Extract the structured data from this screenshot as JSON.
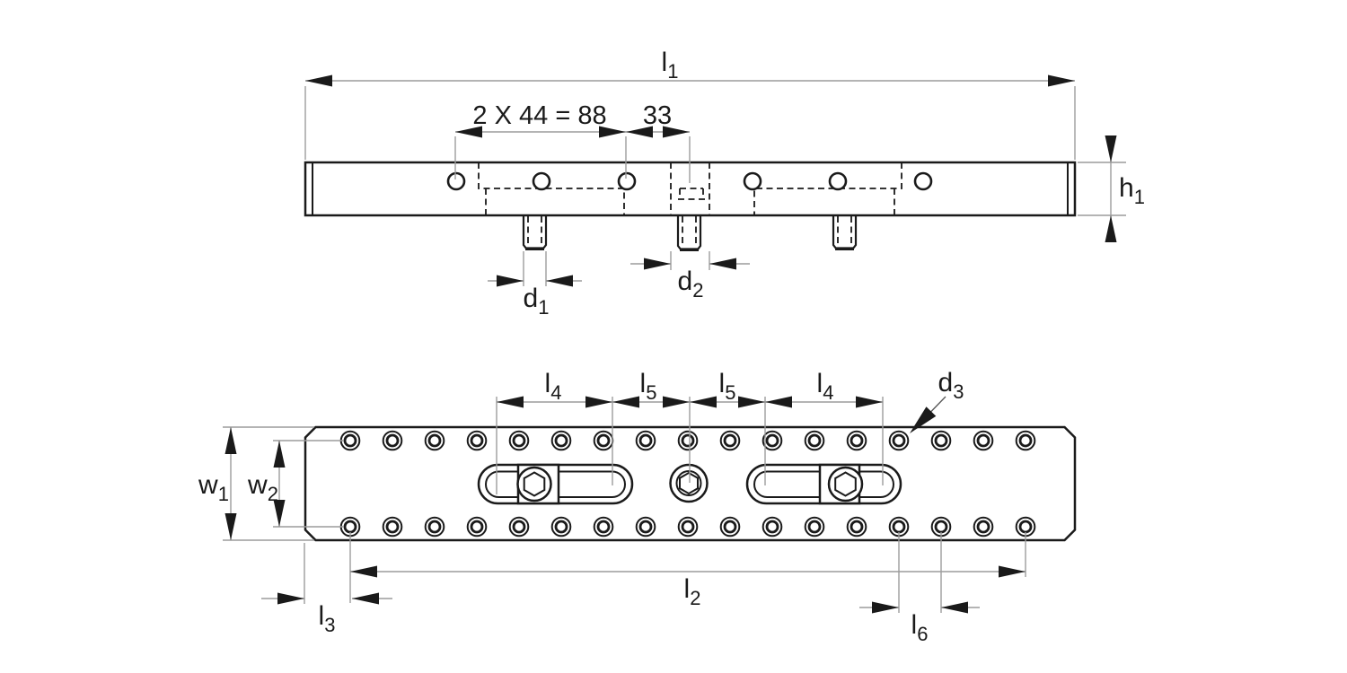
{
  "colors": {
    "outline": "#1a1a1a",
    "dimension_line": "#9c9c9c",
    "background": "#ffffff"
  },
  "top_view": {
    "overall_length_label": {
      "base": "l",
      "sub": "1"
    },
    "hole_pitch_note": "2 X 44 = 88",
    "center_offset_note": "33",
    "height_label": {
      "base": "h",
      "sub": "1"
    },
    "stud_diameter_label": {
      "base": "d",
      "sub": "1"
    },
    "center_slot_diameter_label": {
      "base": "d",
      "sub": "2"
    }
  },
  "bottom_view": {
    "overall_width_label": {
      "base": "w",
      "sub": "1"
    },
    "hole_row_spacing_label": {
      "base": "w",
      "sub": "2"
    },
    "hole_span_length_label": {
      "base": "l",
      "sub": "2"
    },
    "edge_to_hole_label": {
      "base": "l",
      "sub": "3"
    },
    "slot_travel_label": {
      "base": "l",
      "sub": "4"
    },
    "slot_to_center_label": {
      "base": "l",
      "sub": "5"
    },
    "hole_pitch_label": {
      "base": "l",
      "sub": "6"
    },
    "hole_diameter_label": {
      "base": "d",
      "sub": "3"
    }
  }
}
